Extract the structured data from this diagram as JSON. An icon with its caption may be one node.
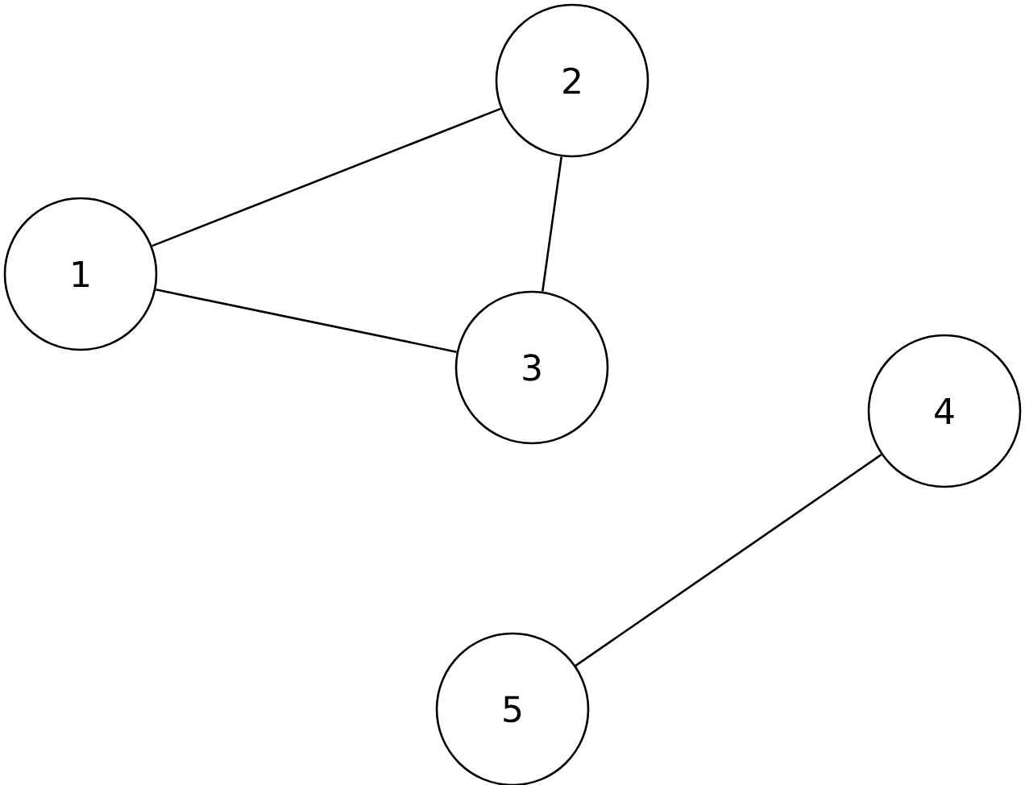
{
  "diagram": {
    "nodes": [
      {
        "text": [
          "1"
        ]
      },
      {
        "text": [
          "2"
        ]
      },
      {
        "text": [
          "3"
        ]
      },
      {
        "text": [
          "4"
        ]
      },
      {
        "text": [
          "5"
        ]
      }
    ],
    "edges": [
      {
        "from": 0,
        "to": 1,
        "arrow": "none"
      },
      {
        "from": 0,
        "to": 2,
        "arrow": "none"
      },
      {
        "from": 1,
        "to": 2,
        "arrow": "none"
      },
      {
        "from": 3,
        "to": 4,
        "arrow": "none"
      }
    ]
  }
}
